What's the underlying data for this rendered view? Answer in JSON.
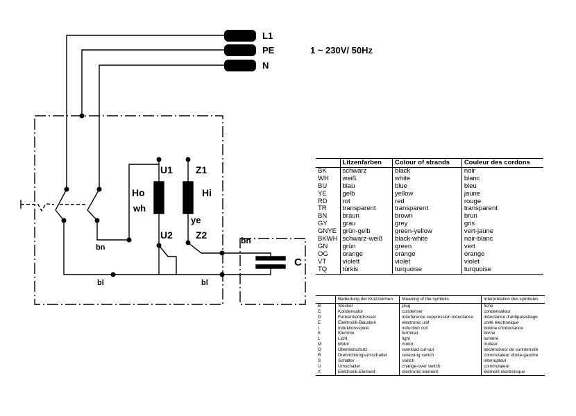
{
  "supply": {
    "title": "1 ~ 230V/ 50Hz",
    "terminals": [
      "L1",
      "PE",
      "N"
    ]
  },
  "windings": {
    "main": "Ho",
    "aux": "Hi",
    "u1": "U1",
    "u2": "U2",
    "z1": "Z1",
    "z2": "Z2",
    "main_wire": "wh",
    "aux_wire": "ye"
  },
  "wires": {
    "bn_switch": "bn",
    "bn_capacitor": "bn",
    "bl_left": "bl",
    "bl_right": "bl"
  },
  "capacitor": {
    "label": "C"
  },
  "color_table": {
    "headers": [
      "",
      "Litzenfarben",
      "Colour of strands",
      "Couleur des cordons"
    ],
    "rows": [
      [
        "BK",
        "schwarz",
        "black",
        "noir"
      ],
      [
        "WH",
        "weiß",
        "white",
        "blanc"
      ],
      [
        "BU",
        "blau",
        "blue",
        "bleu"
      ],
      [
        "YE",
        "gelb",
        "yellow",
        "jaune"
      ],
      [
        "RD",
        "rot",
        "red",
        "rouge"
      ],
      [
        "TR",
        "transparent",
        "transparent",
        "transparent"
      ],
      [
        "BN",
        "braun",
        "brown",
        "brun"
      ],
      [
        "GY",
        "grau",
        "grey",
        "gris"
      ],
      [
        "GNYE",
        "grün-gelb",
        "green-yellow",
        "vert-jaune"
      ],
      [
        "BKWH",
        "schwarz-weiß",
        "black-white",
        "noir-blanc"
      ],
      [
        "GN",
        "grün",
        "green",
        "vert"
      ],
      [
        "OG",
        "orange",
        "orange",
        "orange"
      ],
      [
        "VT",
        "violett",
        "violet",
        "violet"
      ],
      [
        "TQ",
        "türkis",
        "turquoise",
        "turquoise"
      ]
    ]
  },
  "symbol_table": {
    "headers": [
      "",
      "Bedeutung der Kurzzeichen",
      "Meaning of the symbols",
      "Interprétation des symboles"
    ],
    "rows": [
      [
        "B",
        "Stecker",
        "plug",
        "fiche"
      ],
      [
        "C",
        "Kondensator",
        "condenser",
        "condensateur"
      ],
      [
        "D",
        "Funkentstördrossel",
        "interference suppression inductance",
        "inductance d'antiparasitage"
      ],
      [
        "E",
        "Elektronik-Baustein",
        "electronic unit",
        "unité électronique"
      ],
      [
        "I",
        "Induktionsspule",
        "induction coil",
        "bobine d'inductance"
      ],
      [
        "K",
        "Klemme",
        "terminal",
        "borne"
      ],
      [
        "L",
        "Licht",
        "light",
        "lumière"
      ],
      [
        "M",
        "Motor",
        "motor",
        "moteur"
      ],
      [
        "O",
        "Überlastschutz",
        "overload cut-out",
        "déclencheur de surintensité"
      ],
      [
        "R",
        "Drehrichtungsumschalter",
        "reversing switch",
        "commutateur droite-gauche"
      ],
      [
        "S",
        "Schalter",
        "switch",
        "interrupteur"
      ],
      [
        "U",
        "Umschalter",
        "change-over switch",
        "commutateur"
      ],
      [
        "X",
        "Elektronik-Element",
        "electronic element",
        "élément électronique"
      ]
    ]
  }
}
